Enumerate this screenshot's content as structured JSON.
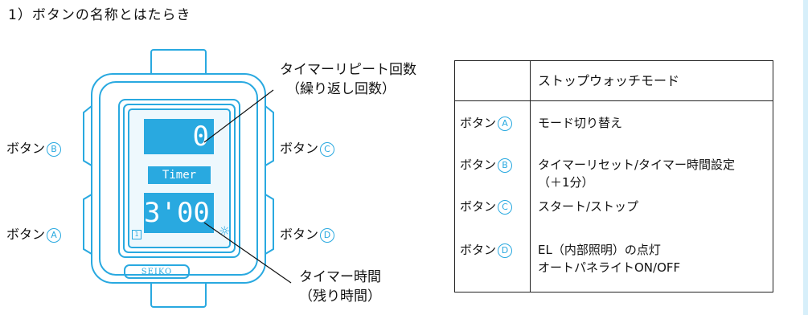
{
  "title": "1）ボタンの名称とはたらき",
  "watch": {
    "display_top": "0",
    "display_mid": "Timer",
    "display_bottom": "3'00",
    "corner_icon": "1",
    "brand": "SEIKO",
    "accent_color": "#29a9e0",
    "screen_color": "#29a9e0",
    "light_icon": "sun-icon"
  },
  "button_labels": {
    "b": {
      "text": "ボタン",
      "mark": "B"
    },
    "a": {
      "text": "ボタン",
      "mark": "A"
    },
    "c": {
      "text": "ボタン",
      "mark": "C"
    },
    "d": {
      "text": "ボタン",
      "mark": "D"
    }
  },
  "annotations": {
    "repeat_line1": "タイマーリピート回数",
    "repeat_line2": "（繰り返し回数）",
    "time_line1": "タイマー時間",
    "time_line2": "（残り時間）"
  },
  "table": {
    "header": "ストップウォッチモード",
    "rows": [
      {
        "button": "ボタン",
        "mark": "A",
        "lines": [
          "モード切り替え"
        ]
      },
      {
        "button": "ボタン",
        "mark": "B",
        "lines": [
          "タイマーリセット/タイマー時間設定",
          "（＋1分）"
        ]
      },
      {
        "button": "ボタン",
        "mark": "C",
        "lines": [
          "スタート/ストップ"
        ]
      },
      {
        "button": "ボタン",
        "mark": "D",
        "lines": [
          "EL（内部照明）の点灯",
          "オートパネライトON/OFF"
        ]
      }
    ]
  }
}
